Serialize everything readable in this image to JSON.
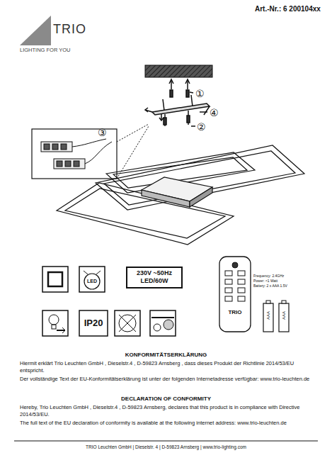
{
  "diagram": {
    "nodes": [
      {
        "text": [
          "230V ~50Hz",
          "LED/60W"
        ]
      }
    ],
    "labels": [
      "Art.-Nr.: 6 200104xx",
      "TRIO",
      "LIGHTING FOR YOU",
      "①",
      "②",
      "③",
      "④",
      "LED",
      "IP20",
      "Frequency: 2.4GHz",
      "Power: <1 Watt",
      "Battery: 2 x AAA 1.5V",
      "TRIO",
      "AAA",
      "AAA",
      "KONFORMITÄTSERKLÄRUNG",
      "Hiermit erklärt Trio Leuchten GmbH , Dieselstr.4 , D-59823 Arnsberg , dass dieses Produkt der Richtlinie 2014/53/EU entspricht.",
      "Der vollständige Text der EU-Konformitätserklärung ist unter der folgenden Internetadresse verfügbar: www.trio-leuchten.de",
      "DECLARATION OF CONFORMITY",
      "Hereby, Trio Leuchten GmbH , Dieselstr.4 , D-59823 Arnsberg, declares that this product is in compliance with Directive 2014/53/EU.",
      "The full text of the EU declaration of conformity is available at the following internet address: www.trio-leuchten.de",
      "TRIO Leuchten GmbH | Dieselstr. 4 | D-59823 Arnsberg | www.trio-lighting.com"
    ]
  }
}
